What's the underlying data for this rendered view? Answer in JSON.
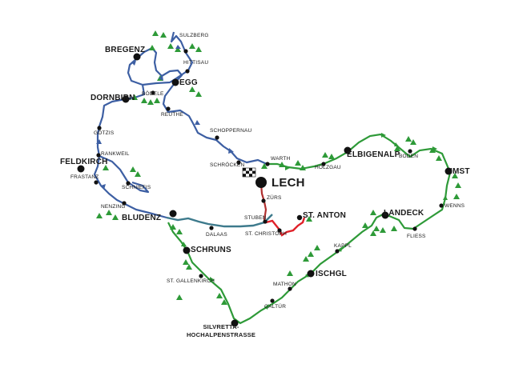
{
  "map": {
    "colors": {
      "blue_route": "#3d5fa3",
      "green_route": "#2e9a38",
      "red_route": "#e0222a",
      "tree": "#2e9a38",
      "dot": "#111111"
    },
    "places": {
      "sulzberg": "SULZBERG",
      "bregenz": "BREGENZ",
      "hittisau": "HITTISAU",
      "egg": "EGG",
      "bodele": "BÖDELE",
      "dornbirn": "DORNBIRN",
      "reuthe": "REUTHE",
      "schoppernau": "SCHOPPERNAU",
      "gotzis": "GÖTZIS",
      "rankweil": "RANKWEIL",
      "feldkirch": "FELDKIRCH",
      "frastanz": "FRASTANZ",
      "schniefis": "SCHNIEFIS",
      "nenzing": "NENZING",
      "bludenz": "BLUDENZ",
      "schrocken": "SCHRÖCKEN",
      "warth": "WARTH",
      "holzgau": "HOLZGAU",
      "elbigenalp": "ELBIGENALP",
      "boden": "BODEN",
      "imst": "IMST",
      "lech": "LECH",
      "zurs": "ZÜRS",
      "stuben": "STUBEN",
      "st_christoph": "ST. CHRISTOPH",
      "st_anton": "ST. ANTON",
      "dalaas": "DALAAS",
      "landeck": "LANDECK",
      "wenns": "WENNS",
      "fliess": "FLIESS",
      "schruns": "SCHRUNS",
      "kappl": "KAPPL",
      "ischgl": "ISCHGL",
      "mathon": "MATHON",
      "st_gallenkirch": "ST. GALLENKIRCH",
      "galtur": "GALTÜR",
      "silvretta_line1": "SILVRETTA-",
      "silvretta_line2": "HOCHALPENSTRASSE"
    }
  }
}
